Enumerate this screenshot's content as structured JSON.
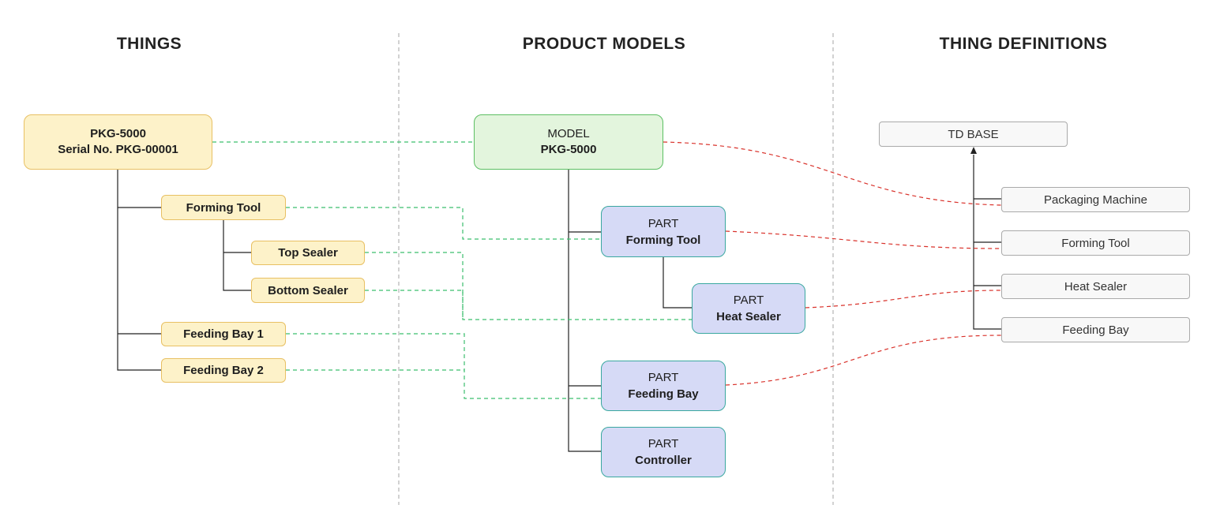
{
  "columns": {
    "things": "THINGS",
    "product_models": "PRODUCT MODELS",
    "thing_definitions": "THING DEFINITIONS"
  },
  "things": {
    "root": {
      "line1": "PKG-5000",
      "line2": "Serial No. PKG-00001"
    },
    "forming_tool": "Forming Tool",
    "top_sealer": "Top Sealer",
    "bottom_sealer": "Bottom Sealer",
    "feeding_bay_1": "Feeding Bay 1",
    "feeding_bay_2": "Feeding Bay 2"
  },
  "models": {
    "model": {
      "kind": "MODEL",
      "name": "PKG-5000"
    },
    "forming_tool": {
      "kind": "PART",
      "name": "Forming Tool"
    },
    "heat_sealer": {
      "kind": "PART",
      "name": "Heat Sealer"
    },
    "feeding_bay": {
      "kind": "PART",
      "name": "Feeding Bay"
    },
    "controller": {
      "kind": "PART",
      "name": "Controller"
    }
  },
  "definitions": {
    "td_base": "TD BASE",
    "packaging_machine": "Packaging Machine",
    "forming_tool": "Forming Tool",
    "heat_sealer": "Heat Sealer",
    "feeding_bay": "Feeding Bay"
  },
  "colors": {
    "thing_fill": "#fdf2c9",
    "model_fill": "#e3f5dd",
    "part_fill": "#d6daf6",
    "definition_fill": "#f8f8f8",
    "thing_link": "#3cbf6e",
    "definition_link": "#d9322b",
    "tree_line": "#222222",
    "column_divider": "#b3b3b3"
  }
}
